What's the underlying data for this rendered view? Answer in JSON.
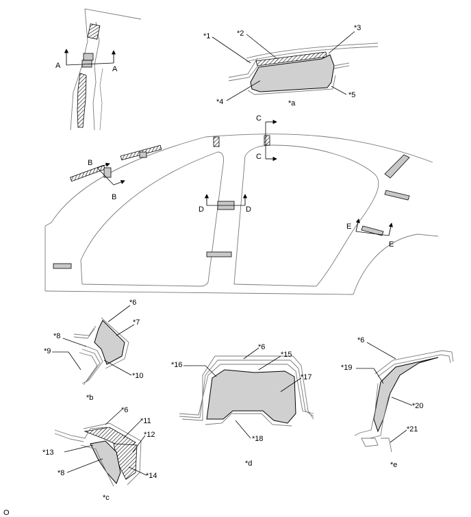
{
  "callouts": {
    "c1": "*1",
    "c2": "*2",
    "c3": "*3",
    "c4": "*4",
    "c5": "*5",
    "c6": "*6",
    "c7": "*7",
    "c8": "*8",
    "c9": "*9",
    "c10": "*10",
    "c11": "*11",
    "c12": "*12",
    "c13": "*13",
    "c14": "*14",
    "c15": "*15",
    "c16": "*16",
    "c17": "*17",
    "c18": "*18",
    "c19": "*19",
    "c20": "*20",
    "c21": "*21"
  },
  "views": {
    "a": "*a",
    "b": "*b",
    "c": "*c",
    "d": "*d",
    "e": "*e"
  },
  "sections": {
    "A": "A",
    "B": "B",
    "C": "C",
    "D": "D",
    "E": "E"
  },
  "footer": {
    "code": "O"
  }
}
